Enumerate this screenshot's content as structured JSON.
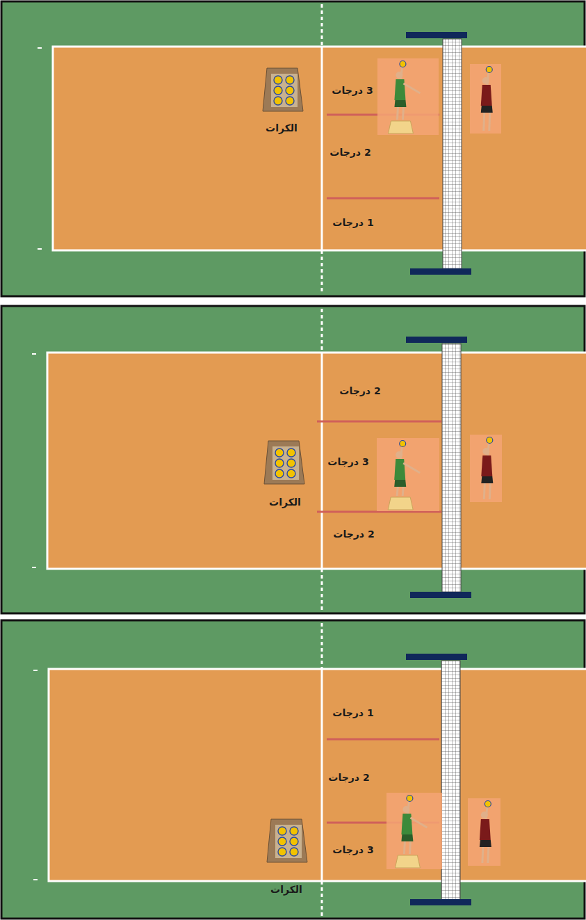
{
  "diagram": {
    "labels": [
      "3 درجات",
      "الكرات",
      "2 درجات",
      "1 درجات",
      "2 درجات",
      "3 درجات",
      "الكرات",
      "2 درجات",
      "1 درجات",
      "2 درجات",
      "3 درجات",
      "الكرات"
    ]
  }
}
